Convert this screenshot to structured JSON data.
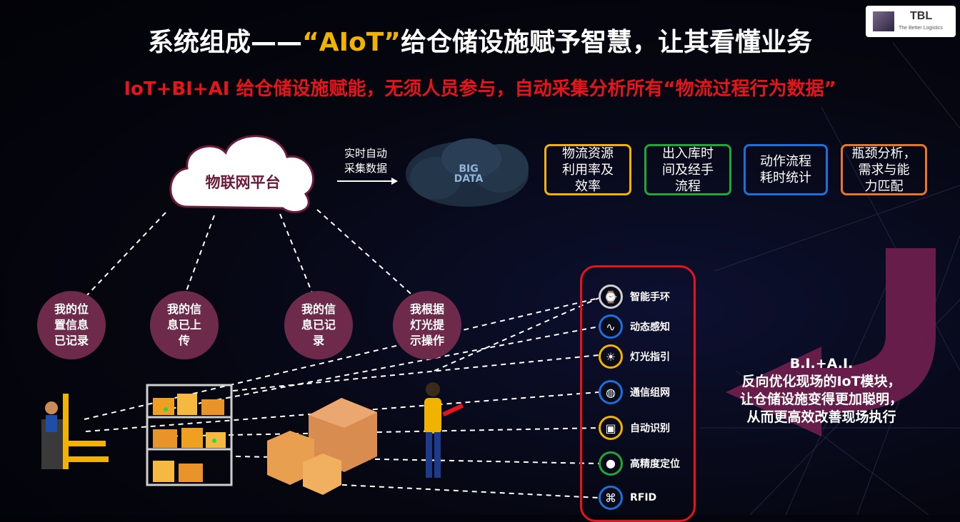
{
  "title": {
    "prefix": "系统组成——",
    "quoted": "“AIoT”",
    "suffix": "给仓储设施赋予智慧，让其看懂业务"
  },
  "subtitle": "IoT+BI+AI 给仓储设施赋能，无须人员参与，自动采集分析所有“物流过程行为数据”",
  "logo": {
    "name": "TBL",
    "tagline": "The Better Logistics"
  },
  "cloud_label": "物联网平台",
  "arrow_label": [
    "实时自动",
    "采集数据"
  ],
  "big_data_label": "BIG DATA",
  "metrics": [
    {
      "lines": [
        "物流资源",
        "利用率及",
        "效率"
      ],
      "color": "#f0b400"
    },
    {
      "lines": [
        "出入库时",
        "间及经手",
        "流程"
      ],
      "color": "#1fa83a"
    },
    {
      "lines": [
        "动作流程",
        "耗时统计"
      ],
      "color": "#1e6fd9"
    },
    {
      "lines": [
        "瓶颈分析，",
        "需求与能",
        "力匹配"
      ],
      "color": "#e8762a"
    }
  ],
  "bubbles": [
    {
      "lines": [
        "我的位",
        "置信息",
        "已记录"
      ]
    },
    {
      "lines": [
        "我的信",
        "息已上",
        "传"
      ]
    },
    {
      "lines": [
        "我的信",
        "息已记",
        "录"
      ]
    },
    {
      "lines": [
        "我根据",
        "灯光提",
        "示操作"
      ]
    }
  ],
  "modules": [
    {
      "label": "智能手环",
      "icon": "wristband-icon",
      "ring": "#cfcfcf",
      "glyph": "⌚"
    },
    {
      "label": "动态感知",
      "icon": "pulse-icon",
      "ring": "#1e6fd9",
      "glyph": "∿"
    },
    {
      "label": "灯光指引",
      "icon": "lamp-icon",
      "ring": "#f0b400",
      "glyph": "☀"
    },
    {
      "label": "通信组网",
      "icon": "globe-icon",
      "ring": "#1e6fd9",
      "glyph": "◍"
    },
    {
      "label": "自动识别",
      "icon": "scan-icon",
      "ring": "#f0b400",
      "glyph": "▣"
    },
    {
      "label": "高精度定位",
      "icon": "location-pin-icon",
      "ring": "#1fa83a",
      "glyph": "⬤"
    },
    {
      "label": "RFID",
      "icon": "rfid-tag-icon",
      "ring": "#1e6fd9",
      "glyph": "⌘"
    }
  ],
  "bia": [
    "B.I.+A.I.",
    "反向优化现场的IoT模块，",
    "让仓储设施变得更加聪明，",
    "从而更高效改善现场执行"
  ],
  "colors": {
    "title_accent": "#f0b400",
    "subtitle": "#e8141c",
    "bubble": "#6e2a4a",
    "feedback_arrow": "#6b1f4c"
  }
}
